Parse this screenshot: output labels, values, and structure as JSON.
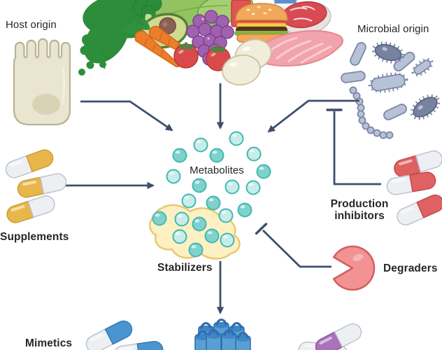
{
  "diagram": {
    "labels": {
      "host_origin": "Host origin",
      "microbial_origin": "Microbial origin",
      "metabolites": "Metabolites",
      "supplements": "Supplements",
      "stabilizers": "Stabilizers",
      "production_inhibitors": "Production inhibitors",
      "degraders": "Degraders",
      "mimetics": "Mimetics"
    },
    "icons": {
      "host": "intestinal-cell-icon",
      "diet": "food-pile-icon",
      "microbial": "bacteria-cluster-icon",
      "metabolites": "teal-metabolite-dots-icon",
      "supplements": "yellow-capsules-icon",
      "stabilizers": "yellow-blob-around-metabolites-icon",
      "production_inhibitors": "red-capsules-icon",
      "degraders": "pacman-enzyme-icon",
      "mimetics": "blue-capsules-icon",
      "metabolite_product": "bag-of-capsules-icon"
    },
    "edges": [
      {
        "from": "host_origin",
        "to": "metabolites",
        "type": "arrow"
      },
      {
        "from": "diet",
        "to": "metabolites",
        "type": "arrow"
      },
      {
        "from": "microbial_origin",
        "to": "metabolites",
        "type": "arrow"
      },
      {
        "from": "supplements",
        "to": "metabolites",
        "type": "arrow"
      },
      {
        "from": "production_inhibitors",
        "to": "microbial_origin_arrow",
        "type": "inhibition"
      },
      {
        "from": "degraders",
        "to": "metabolites",
        "type": "inhibition"
      },
      {
        "from": "metabolites",
        "to": "metabolite_product",
        "type": "arrow"
      }
    ],
    "colors": {
      "text": "#262626",
      "arrow": "#3d4f6b",
      "metabolite_light": "#c8ecea",
      "metabolite_dark": "#7fd2cb",
      "metabolite_stroke": "#42b9b1",
      "blob_fill": "#fdf0c2",
      "blob_stroke": "#eac86c",
      "cell_fill": "#e9e5d0",
      "cell_stroke": "#b9b394",
      "cell_nucleus": "#d9d3b5",
      "bacteria_light": "#b7c1d7",
      "bacteria_dark": "#76829f",
      "bacteria_stroke": "#7c87a6",
      "capsule_yellow": "#e8b74c",
      "capsule_red": "#e06161",
      "capsule_blue": "#4a94cf",
      "capsule_purple": "#a873ba",
      "capsule_white": "#edeff3",
      "degrader_fill": "#f29292",
      "degrader_stroke": "#d45e5e",
      "bag_blue": "#5a9fd4"
    }
  }
}
